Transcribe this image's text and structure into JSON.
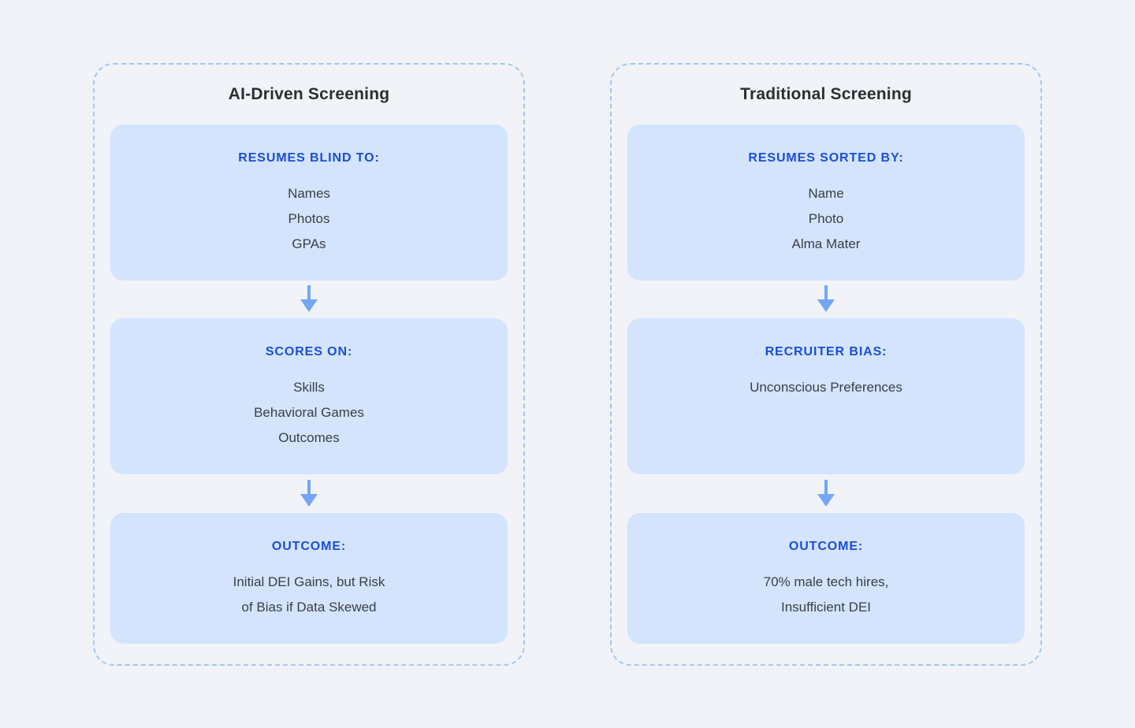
{
  "colors": {
    "page_background": "#f1f3f8",
    "panel_border": "#a8c7f6",
    "box_fill": "#d3e4fc",
    "heading_blue": "#1a4ed8",
    "body_text": "#3a3f47",
    "title_text": "#2b2e33",
    "arrow_blue": "#74a7f3"
  },
  "panels": [
    {
      "title": "AI-Driven Screening",
      "boxes": [
        {
          "heading": "RESUMES BLIND TO:",
          "lines": [
            "Names",
            "Photos",
            "GPAs"
          ]
        },
        {
          "heading": "SCORES ON:",
          "lines": [
            "Skills",
            "Behavioral Games",
            "Outcomes"
          ]
        },
        {
          "heading": "OUTCOME:",
          "lines": [
            "Initial DEI Gains, but Risk",
            "of Bias if Data Skewed"
          ]
        }
      ]
    },
    {
      "title": "Traditional Screening",
      "boxes": [
        {
          "heading": "RESUMES SORTED BY:",
          "lines": [
            "Name",
            "Photo",
            "Alma Mater"
          ]
        },
        {
          "heading": "RECRUITER BIAS:",
          "lines": [
            "Unconscious Preferences"
          ]
        },
        {
          "heading": "OUTCOME:",
          "lines": [
            "70% male tech hires,",
            "Insufficient DEI"
          ]
        }
      ]
    }
  ]
}
